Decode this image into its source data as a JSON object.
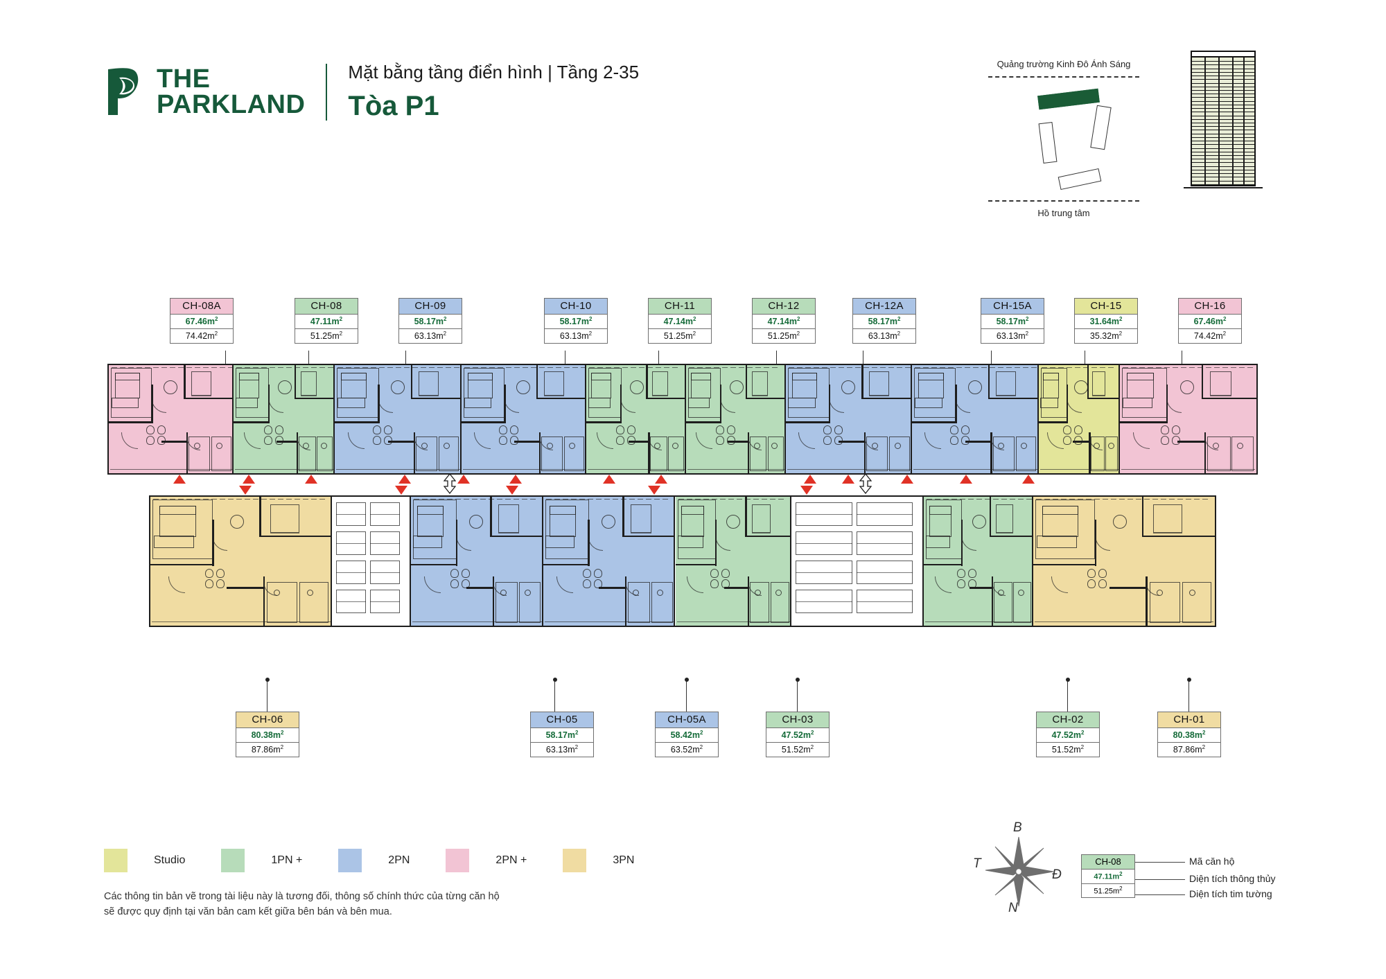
{
  "brand": {
    "logo_line1": "THE",
    "logo_line2": "PARKLAND",
    "logo_icon": "parkland-leaf-p-logo",
    "color": "#16593a"
  },
  "header": {
    "subtitle": "Mặt bằng tầng điển hình | Tầng 2-35",
    "title": "Tòa P1"
  },
  "location_map": {
    "top_label": "Quảng trường Kinh Đô Ánh Sáng",
    "bottom_label": "Hồ trung tâm",
    "highlighted_block": "P1",
    "blocks": [
      "P1",
      "P2",
      "P3",
      "P4"
    ]
  },
  "tower": {
    "icon": "tower-elevation",
    "floors": 35
  },
  "units_top": [
    {
      "code": "CH-08A",
      "net": "67.46m",
      "gross": "74.42m",
      "type": "2PN +",
      "color": "#f2c4d4"
    },
    {
      "code": "CH-08",
      "net": "47.11m",
      "gross": "51.25m",
      "type": "1PN +",
      "color": "#b7dcba"
    },
    {
      "code": "CH-09",
      "net": "58.17m",
      "gross": "63.13m",
      "type": "2PN",
      "color": "#abc4e6"
    },
    {
      "code": "CH-10",
      "net": "58.17m",
      "gross": "63.13m",
      "type": "2PN",
      "color": "#abc4e6"
    },
    {
      "code": "CH-11",
      "net": "47.14m",
      "gross": "51.25m",
      "type": "1PN +",
      "color": "#b7dcba"
    },
    {
      "code": "CH-12",
      "net": "47.14m",
      "gross": "51.25m",
      "type": "1PN +",
      "color": "#b7dcba"
    },
    {
      "code": "CH-12A",
      "net": "58.17m",
      "gross": "63.13m",
      "type": "2PN",
      "color": "#abc4e6"
    },
    {
      "code": "CH-15A",
      "net": "58.17m",
      "gross": "63.13m",
      "type": "2PN",
      "color": "#abc4e6"
    },
    {
      "code": "CH-15",
      "net": "31.64m",
      "gross": "35.32m",
      "type": "Studio",
      "color": "#e3e59a"
    },
    {
      "code": "CH-16",
      "net": "67.46m",
      "gross": "74.42m",
      "type": "2PN +",
      "color": "#f2c4d4"
    }
  ],
  "units_bottom": [
    {
      "code": "CH-06",
      "net": "80.38m",
      "gross": "87.86m",
      "type": "3PN",
      "color": "#f0dca2"
    },
    {
      "code": "CH-05",
      "net": "58.17m",
      "gross": "63.13m",
      "type": "2PN",
      "color": "#abc4e6"
    },
    {
      "code": "CH-05A",
      "net": "58.42m",
      "gross": "63.52m",
      "type": "2PN",
      "color": "#abc4e6"
    },
    {
      "code": "CH-03",
      "net": "47.52m",
      "gross": "51.52m",
      "type": "1PN +",
      "color": "#b7dcba"
    },
    {
      "code": "CH-02",
      "net": "47.52m",
      "gross": "51.52m",
      "type": "1PN +",
      "color": "#b7dcba"
    },
    {
      "code": "CH-01",
      "net": "80.38m",
      "gross": "87.86m",
      "type": "3PN",
      "color": "#f0dca2"
    }
  ],
  "legend": {
    "items": [
      {
        "label": "Studio",
        "color": "#e3e59a"
      },
      {
        "label": "1PN +",
        "color": "#b7dcba"
      },
      {
        "label": "2PN",
        "color": "#abc4e6"
      },
      {
        "label": "2PN +",
        "color": "#f2c4d4"
      },
      {
        "label": "3PN",
        "color": "#f0dca2"
      }
    ]
  },
  "disclaimer": {
    "line1": "Các thông tin bản vẽ trong tài liệu này là tương đối, thông số chính thức của từng căn hộ",
    "line2": "sẽ được quy định tại văn bản cam kết giữa bên bán và bên mua."
  },
  "compass": {
    "icon": "compass-rose",
    "north": "B",
    "south": "N",
    "east": "Đ",
    "west": "T"
  },
  "key": {
    "sample_code": "CH-08",
    "sample_net": "47.11m",
    "sample_gross": "51.25m",
    "label_code": "Mã căn hộ",
    "label_net": "Diện tích thông thủy",
    "label_gross": "Diện tích tim tường"
  },
  "superscript": "2"
}
